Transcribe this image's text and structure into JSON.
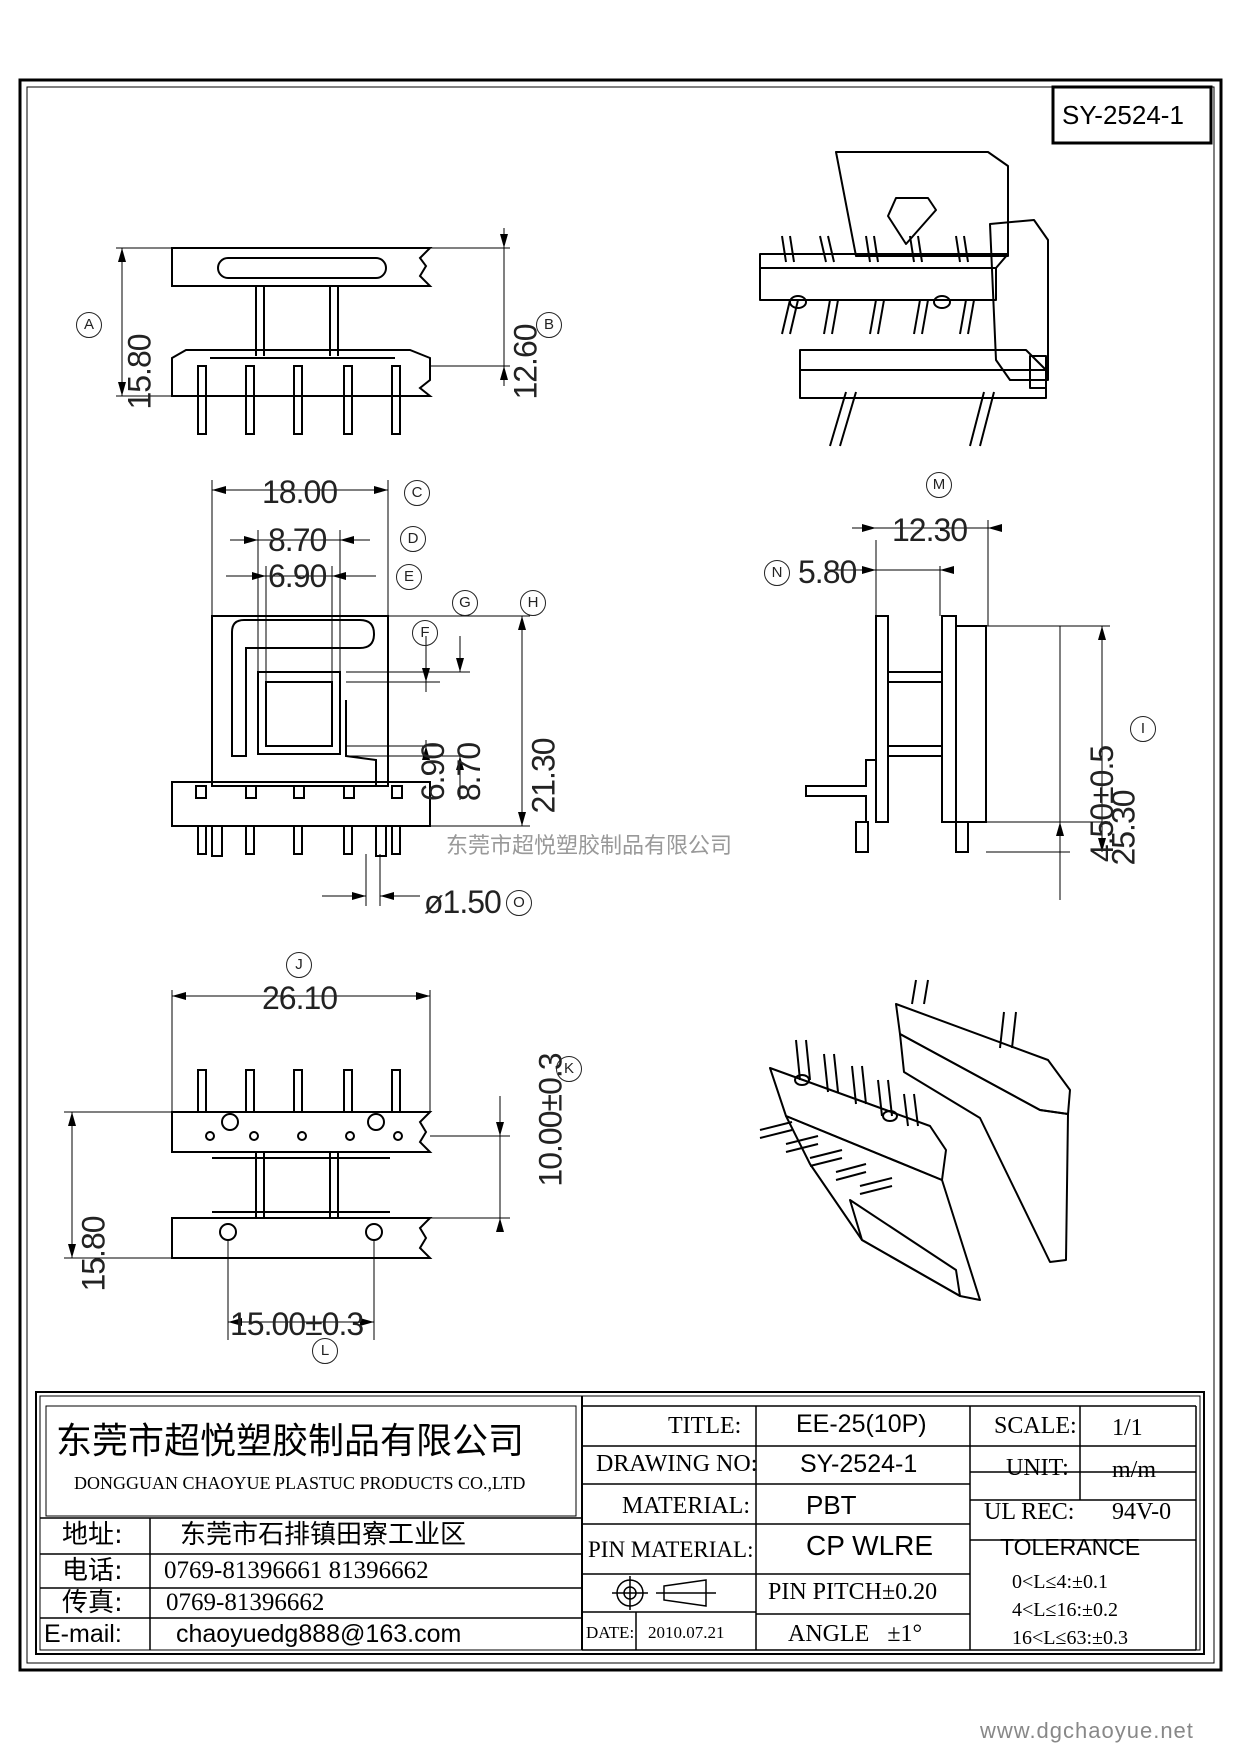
{
  "drawing_code": "SY-2524-1",
  "watermark_company": "东莞市超悦塑胶制品有限公司",
  "website": "www.dgchaoyue.net",
  "dimensions": {
    "top_height": "15.80",
    "top_inner": "12.60",
    "width_18": "18.00",
    "width_870": "8.70",
    "width_690": "6.90",
    "vert_690": "6.90",
    "vert_870": "8.70",
    "height_2130": "21.30",
    "pin_dia": "ø1.50",
    "side_1230": "12.30",
    "side_580": "5.80",
    "side_450": "4.50±0.5",
    "side_2530": "25.30",
    "bottom_2610": "26.10",
    "bottom_1000": "10.00±0.3",
    "bottom_1580": "15.80",
    "bottom_1500": "15.00±0.3"
  },
  "markers": {
    "A": "A",
    "B": "B",
    "C": "C",
    "D": "D",
    "E": "E",
    "F": "F",
    "G": "G",
    "H": "H",
    "I": "I",
    "J": "J",
    "K": "K",
    "L": "L",
    "M": "M",
    "N": "N",
    "O": "O"
  },
  "title_block": {
    "company_cn": "东莞市超悦塑胶制品有限公司",
    "company_en": "DONGGUAN CHAOYUE PLASTUC PRODUCTS CO.,LTD",
    "address_label": "地址:",
    "address_value": "东莞市石排镇田寮工业区",
    "phone_label": "电话:",
    "phone_value": "0769-81396661   81396662",
    "fax_label": "传真:",
    "fax_value": "0769-81396662",
    "email_label": "E-mail:",
    "email_value": "chaoyuedg888@163.com",
    "title_label": "TITLE:",
    "title_value": "EE-25(10P)",
    "drawing_no_label": "DRAWING NO:",
    "drawing_no_value": "SY-2524-1",
    "material_label": "MATERIAL:",
    "material_value": "PBT",
    "pin_material_label": "PIN MATERIAL:",
    "pin_material_value": "CP WLRE",
    "date_label": "DATE:",
    "date_value": "2010.07.21",
    "pin_pitch": "PIN PITCH±0.20",
    "angle": "ANGLE   ±1°",
    "scale_label": "SCALE:",
    "scale_value": "1/1",
    "unit_label": "UNIT:",
    "unit_value": "m/m",
    "ul_label": "UL REC:",
    "ul_value": "94V-0",
    "tolerance_label": "TOLERANCE",
    "tolerances": [
      "0<L≤4:±0.1",
      "4<L≤16:±0.2",
      "16<L≤63:±0.3"
    ]
  }
}
